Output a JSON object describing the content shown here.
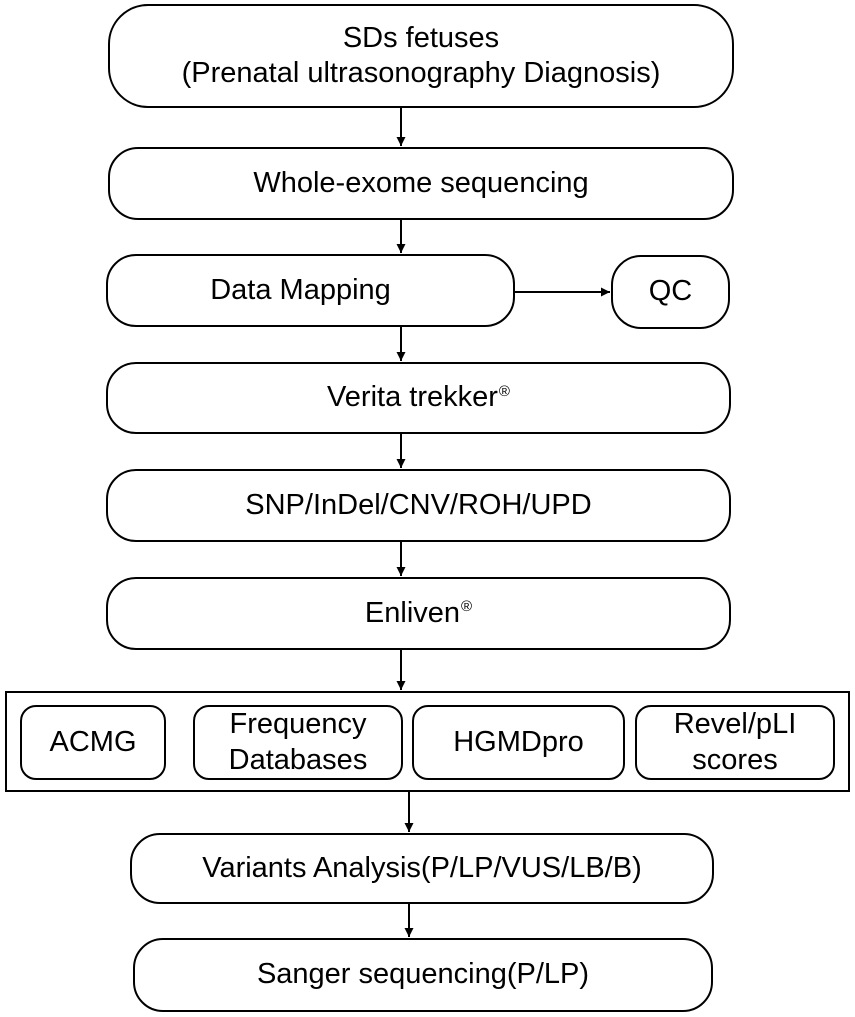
{
  "nodes": {
    "sds_fetuses": {
      "line1": "SDs fetuses",
      "line2": "(Prenatal ultrasonography Diagnosis)"
    },
    "wes": {
      "label": "Whole-exome sequencing"
    },
    "mapping": {
      "label": "Data Mapping"
    },
    "qc": {
      "label": "QC"
    },
    "verita": {
      "label": "Verita trekker",
      "mark": "®"
    },
    "snp": {
      "label": "SNP/InDel/CNV/ROH/UPD"
    },
    "enliven": {
      "label": "Enliven",
      "mark": "®"
    },
    "acmg": {
      "label": "ACMG"
    },
    "frequency": {
      "line1": "Frequency",
      "line2": "Databases"
    },
    "hgmd": {
      "label": "HGMDpro"
    },
    "revel": {
      "line1": "Revel/pLI",
      "line2": "scores"
    },
    "variants": {
      "label": "Variants Analysis(P/LP/VUS/LB/B)"
    },
    "sanger": {
      "label": "Sanger sequencing(P/LP)"
    }
  },
  "edges": [
    [
      "sds_fetuses",
      "wes"
    ],
    [
      "wes",
      "mapping"
    ],
    [
      "mapping",
      "qc"
    ],
    [
      "mapping",
      "verita"
    ],
    [
      "verita",
      "snp"
    ],
    [
      "snp",
      "enliven"
    ],
    [
      "enliven",
      "annotation_group"
    ],
    [
      "annotation_group",
      "variants"
    ],
    [
      "variants",
      "sanger"
    ]
  ]
}
